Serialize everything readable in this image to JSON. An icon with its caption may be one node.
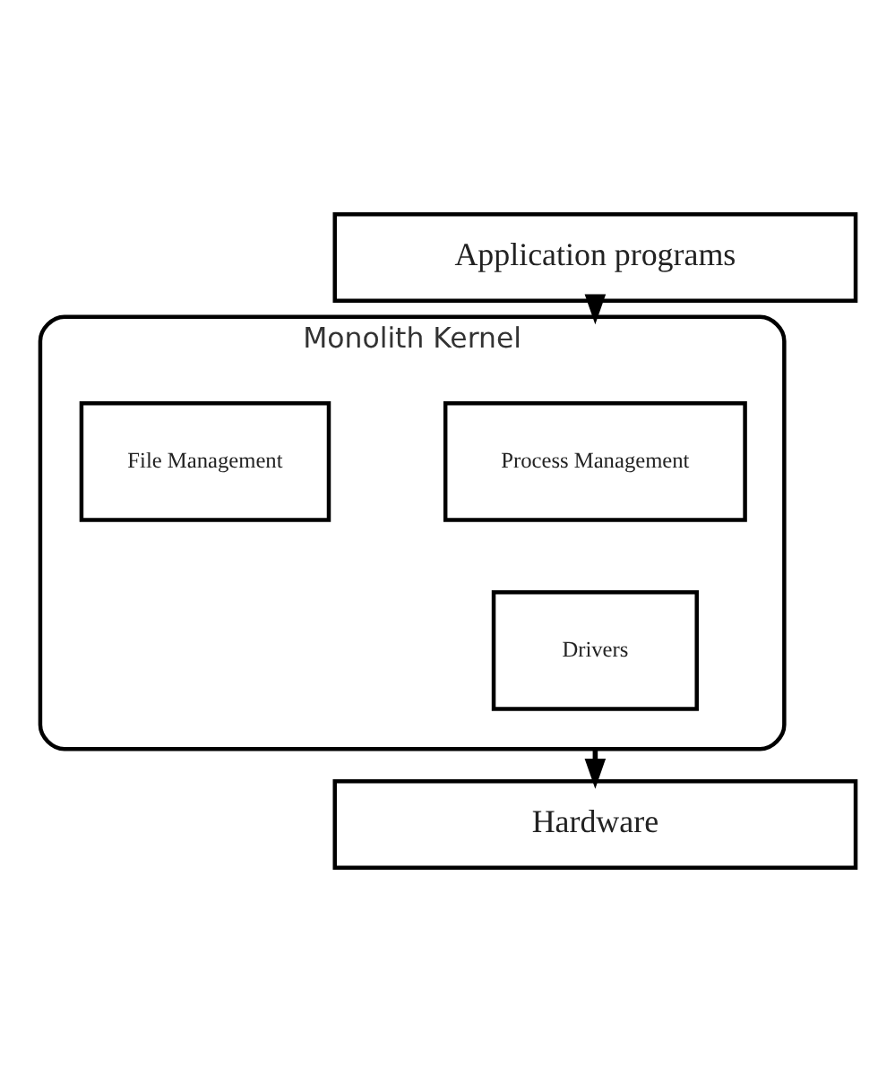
{
  "diagram": {
    "nodes": [
      {
        "text": [
          "Application programs"
        ]
      },
      {
        "text": [
          "Monolith Kernel"
        ]
      },
      {
        "text": [
          "Process Management"
        ],
        "in": 1
      },
      {
        "text": [
          "File Management"
        ],
        "in": 1
      },
      {
        "text": [
          "Drivers"
        ],
        "in": 1
      },
      {
        "text": [
          "Hardware"
        ]
      }
    ],
    "edges": [
      {
        "from": 0,
        "to": 1,
        "arrow": "to"
      },
      {
        "from": 1,
        "to": 5,
        "arrow": "to"
      }
    ]
  }
}
